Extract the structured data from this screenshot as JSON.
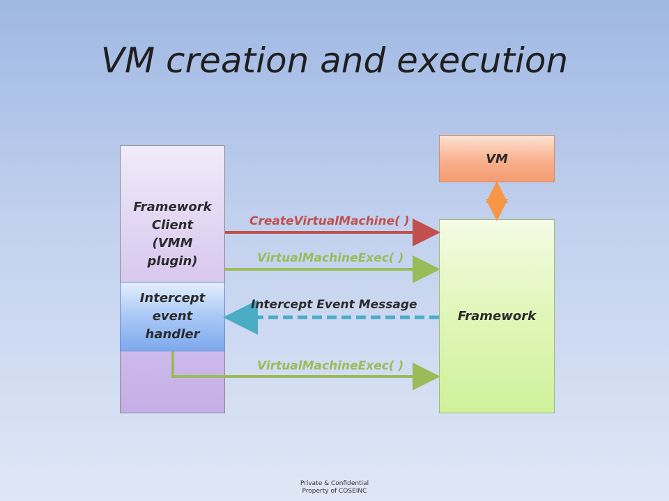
{
  "title": "VM creation and execution",
  "nodes": {
    "client": "Framework Client (VMM plugin)",
    "client_lines": [
      "Framework",
      "Client",
      "(VMM",
      "plugin)"
    ],
    "handler_lines": [
      "Intercept",
      "event",
      "handler"
    ],
    "vm": "VM",
    "framework": "Framework"
  },
  "edges": [
    {
      "label": "CreateVirtualMachine( )",
      "color": "#c0504d"
    },
    {
      "label": "VirtualMachineExec( )",
      "color": "#9bbb59"
    },
    {
      "label": "Intercept Event Message",
      "color": "#4bacc6"
    },
    {
      "label": "VirtualMachineExec( )",
      "color": "#9bbb59"
    }
  ],
  "footer_lines": [
    "Private & Confidential",
    "Property of COSEINC"
  ]
}
